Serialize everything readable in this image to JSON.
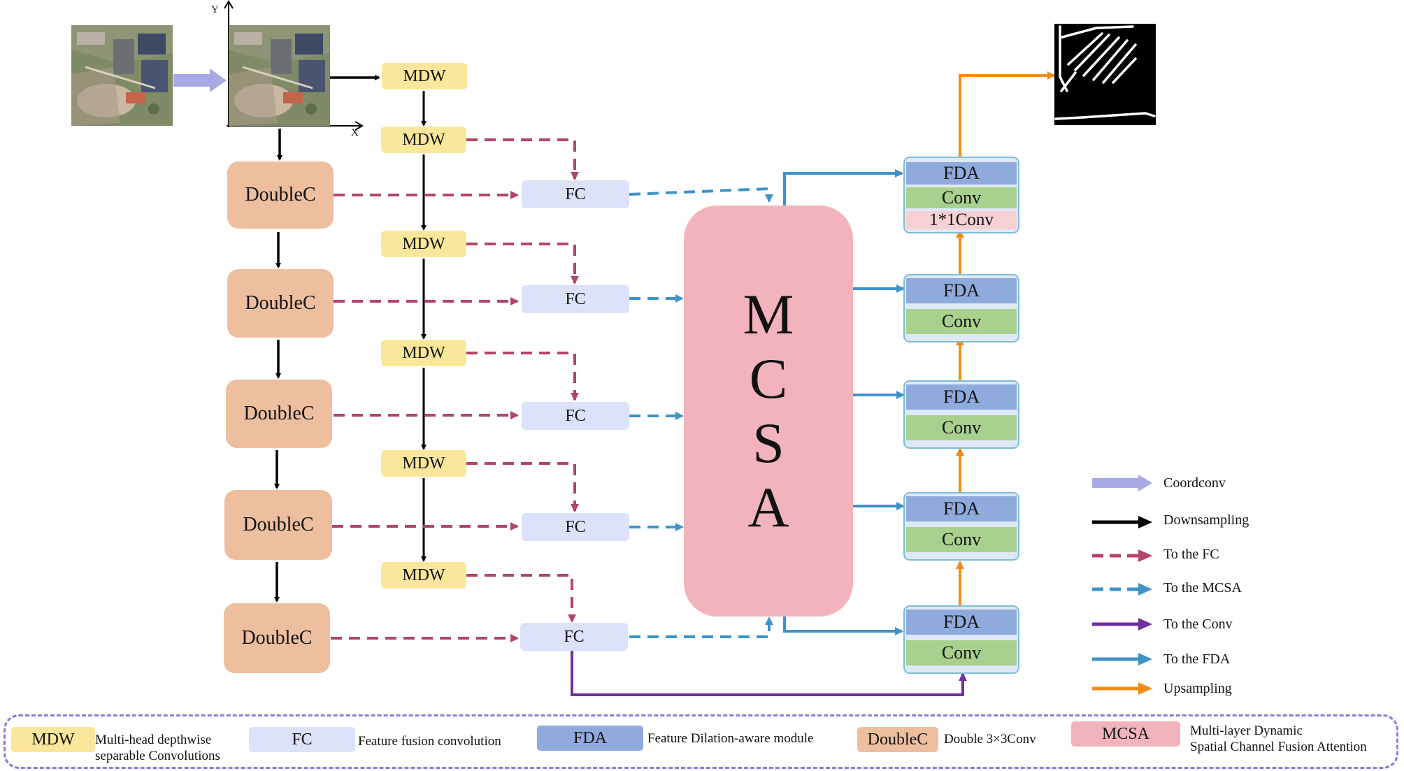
{
  "blocks": {
    "mdw": "MDW",
    "fc": "FC",
    "doublec": "DoubleC",
    "mcsa_letters": [
      "M",
      "C",
      "S",
      "A"
    ],
    "fda": "FDA",
    "conv": "Conv",
    "conv1x1": "1*1Conv"
  },
  "axes": {
    "x": "X",
    "y": "Y"
  },
  "arrow_legend": [
    {
      "label": "Coordconv",
      "color": "#a9a9e6",
      "style": "thick"
    },
    {
      "label": "Downsampling",
      "color": "#000000",
      "style": "solid"
    },
    {
      "label": "To the FC",
      "color": "#b5446a",
      "style": "dashed"
    },
    {
      "label": "To the MCSA",
      "color": "#3f93c8",
      "style": "dashed"
    },
    {
      "label": "To the Conv",
      "color": "#7030a0",
      "style": "solid"
    },
    {
      "label": "To the FDA",
      "color": "#3f93c8",
      "style": "solid"
    },
    {
      "label": "Upsampling",
      "color": "#f08c1c",
      "style": "solid"
    }
  ],
  "module_legend": [
    {
      "abbr": "MDW",
      "description": [
        "Multi-head depthwise",
        "separable Convolutions"
      ],
      "color": "#fbe79c"
    },
    {
      "abbr": "FC",
      "description": [
        "Feature fusion convolution"
      ],
      "color": "#dbe2fa"
    },
    {
      "abbr": "FDA",
      "description": [
        "Feature Dilation-aware module"
      ],
      "color": "#8faadc"
    },
    {
      "abbr": "DoubleC",
      "description": [
        "Double 3×3Conv"
      ],
      "color": "#edbf9f"
    },
    {
      "abbr": "MCSA",
      "description": [
        "Multi-layer Dynamic",
        "Spatial Channel Fusion Attention"
      ],
      "color": "#f3b3bd"
    }
  ],
  "colors": {
    "downsampling": "#000000",
    "to_fc": "#b5446a",
    "to_mcsa": "#3f93c8",
    "to_conv": "#7030a0",
    "to_fda": "#3f93c8",
    "upsampling": "#f08c1c",
    "coordconv": "#a9a9e6",
    "legend_border": "#8a7ad8"
  },
  "icons": [
    "satellite-image-icon",
    "segmentation-mask-icon"
  ]
}
